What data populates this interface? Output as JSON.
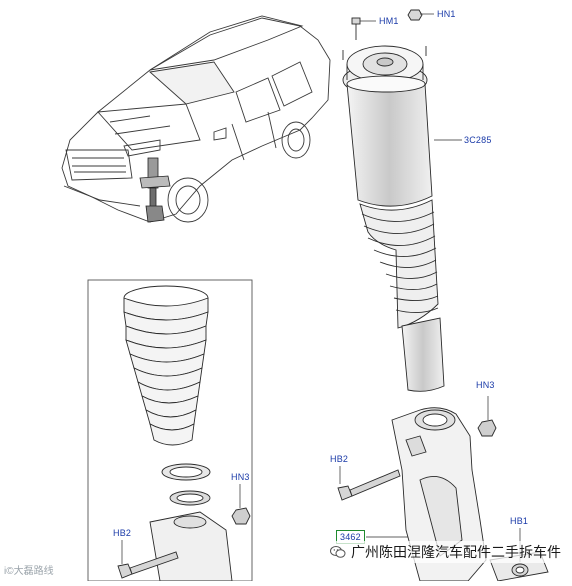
{
  "callouts": {
    "hm1": "HM1",
    "hn1": "HN1",
    "c3c285": "3C285",
    "hn3_top": "HN3",
    "hb2_top": "HB2",
    "p3462": "3462",
    "hb1": "HB1",
    "hn3_inset": "HN3",
    "hb2_inset": "HB2"
  },
  "watermark": {
    "left": "i©大磊路线",
    "right": "广州陈田涅隆汽车配件二手拆车件"
  },
  "colors": {
    "callout": "#1a3aa8",
    "part_box": "#1f8a2e",
    "line": "#2b2b2b"
  }
}
